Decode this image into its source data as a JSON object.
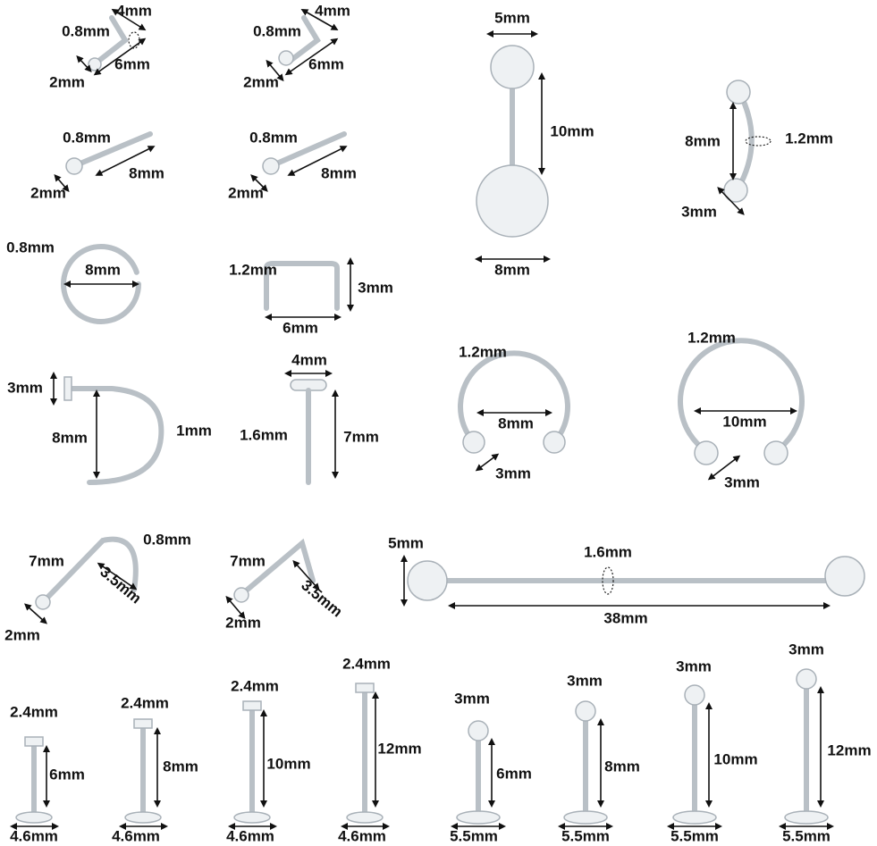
{
  "title": "Clear acrylic body jewelry size chart",
  "items": [
    {
      "name": "nose-stud-l-1",
      "labels": [
        "4mm",
        "0.8mm",
        "6mm",
        "2mm"
      ]
    },
    {
      "name": "nose-stud-l-2",
      "labels": [
        "4mm",
        "0.8mm",
        "6mm",
        "2mm"
      ]
    },
    {
      "name": "belly-ring",
      "labels": [
        "5mm",
        "10mm",
        "8mm"
      ]
    },
    {
      "name": "curved-barbell",
      "labels": [
        "8mm",
        "1.2mm",
        "3mm"
      ]
    },
    {
      "name": "nose-stud-straight-1",
      "labels": [
        "0.8mm",
        "8mm",
        "2mm"
      ]
    },
    {
      "name": "nose-stud-straight-2",
      "labels": [
        "0.8mm",
        "8mm",
        "2mm"
      ]
    },
    {
      "name": "hoop-ring",
      "labels": [
        "0.8mm",
        "8mm"
      ]
    },
    {
      "name": "staple-retainer",
      "labels": [
        "1.2mm",
        "3mm",
        "6mm"
      ]
    },
    {
      "name": "nose-screw",
      "labels": [
        "3mm",
        "8mm",
        "1mm"
      ]
    },
    {
      "name": "flat-labret",
      "labels": [
        "4mm",
        "1.6mm",
        "7mm"
      ]
    },
    {
      "name": "horseshoe-small",
      "labels": [
        "1.2mm",
        "8mm",
        "3mm"
      ]
    },
    {
      "name": "horseshoe-large",
      "labels": [
        "1.2mm",
        "10mm",
        "3mm"
      ]
    },
    {
      "name": "nose-l-bend-1",
      "labels": [
        "7mm",
        "0.8mm",
        "3.5mm",
        "2mm"
      ]
    },
    {
      "name": "nose-l-bend-2",
      "labels": [
        "7mm",
        "3.5mm",
        "2mm"
      ]
    },
    {
      "name": "industrial-barbell",
      "labels": [
        "5mm",
        "1.6mm",
        "38mm"
      ]
    },
    {
      "name": "labret-flat-6",
      "labels": [
        "2.4mm",
        "6mm",
        "4.6mm"
      ]
    },
    {
      "name": "labret-flat-8",
      "labels": [
        "2.4mm",
        "8mm",
        "4.6mm"
      ]
    },
    {
      "name": "labret-flat-10",
      "labels": [
        "2.4mm",
        "10mm",
        "4.6mm"
      ]
    },
    {
      "name": "labret-flat-12",
      "labels": [
        "2.4mm",
        "12mm",
        "4.6mm"
      ]
    },
    {
      "name": "labret-ball-6",
      "labels": [
        "3mm",
        "6mm",
        "5.5mm"
      ]
    },
    {
      "name": "labret-ball-8",
      "labels": [
        "3mm",
        "8mm",
        "5.5mm"
      ]
    },
    {
      "name": "labret-ball-10",
      "labels": [
        "3mm",
        "10mm",
        "5.5mm"
      ]
    },
    {
      "name": "labret-ball-12",
      "labels": [
        "3mm",
        "12mm",
        "5.5mm"
      ]
    }
  ]
}
